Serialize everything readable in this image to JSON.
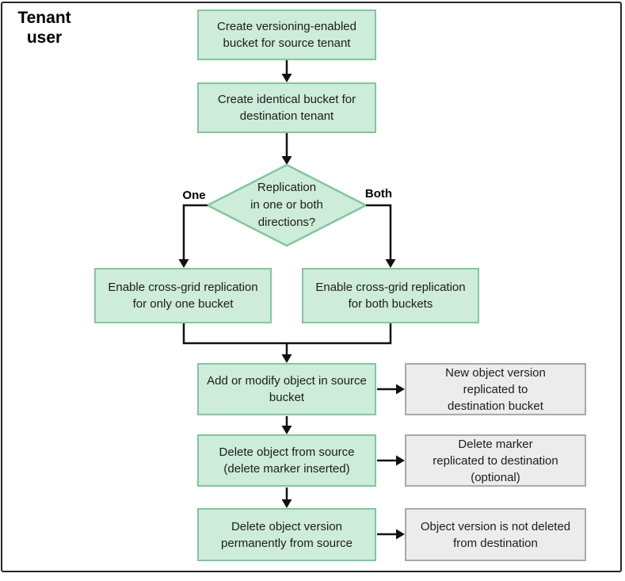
{
  "colors": {
    "process_fill": "#cdecd9",
    "process_border": "#7fc89d",
    "result_fill": "#ececec",
    "result_border": "#a9a9a9",
    "connector": "#111111",
    "frame_border": "#262626"
  },
  "flowchart": {
    "actor_label": "Tenant\nuser",
    "nodes": {
      "create_source_bucket": "Create versioning-enabled\nbucket for source tenant",
      "create_destination_bucket": "Create identical bucket for\ndestination tenant",
      "decision": "Replication\nin one or both\ndirections?",
      "branch_one_label": "One",
      "branch_both_label": "Both",
      "enable_one": "Enable cross-grid replication\nfor only one bucket",
      "enable_both": "Enable cross-grid replication\nfor both buckets",
      "add_modify": "Add or modify object in source\nbucket",
      "delete_object": "Delete object from source\n(delete marker inserted)",
      "delete_version": "Delete object version\npermanently from source",
      "result_new_version": "New object version\nreplicated to\ndestination bucket",
      "result_delete_marker": "Delete marker\nreplicated to destination\n(optional)",
      "result_not_deleted": "Object version is not deleted\nfrom destination"
    }
  }
}
